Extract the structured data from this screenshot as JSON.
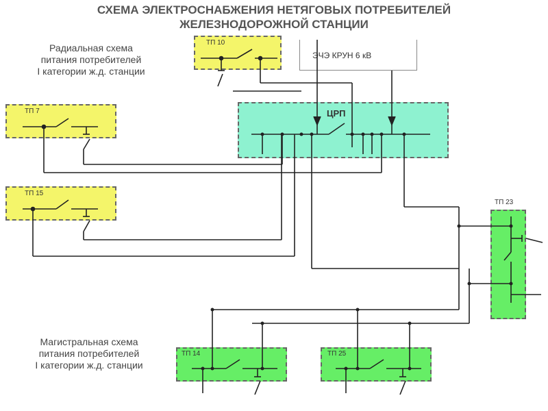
{
  "title_line1": "СХЕМА ЭЛЕКТРОСНАБЖЕНИЯ НЕТЯГОВЫХ ПОТРЕБИТЕЛЕЙ",
  "title_line2": "ЖЕЛЕЗНОДОРОЖНОЙ СТАНЦИИ",
  "radial_caption": {
    "line1": "Радиальная схема",
    "line2": "питания потребителей",
    "line3": "I категории ж.д. станции"
  },
  "trunk_caption": {
    "line1": "Магистральная схема",
    "line2": "питания потребителей",
    "line3": "I категории ж.д. станции"
  },
  "source_label": "ЭЧЭ КРУН 6 кВ",
  "substations": {
    "tp10": "ТП 10",
    "tp7": "ТП 7",
    "tp15": "ТП 15",
    "crp": "ЦРП",
    "tp23": "ТП 23",
    "tp14": "ТП 14",
    "tp25": "ТП 25"
  },
  "colors": {
    "radial_tp": "#f4f56a",
    "crp": "#8ef2d0",
    "trunk_tp": "#66ee66",
    "wire": "#222222"
  }
}
